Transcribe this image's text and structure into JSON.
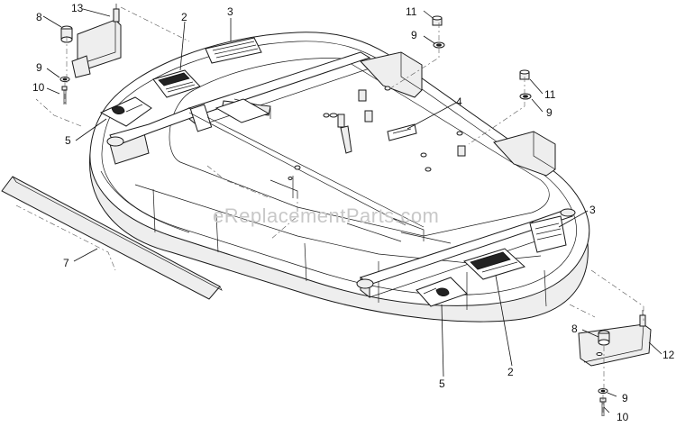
{
  "diagram": {
    "watermark": "eReplacementParts.com",
    "callouts": [
      {
        "id": "c13-top",
        "text": "13"
      },
      {
        "id": "c8-top",
        "text": "8"
      },
      {
        "id": "c2-top",
        "text": "2"
      },
      {
        "id": "c3-top",
        "text": "3"
      },
      {
        "id": "c11-top",
        "text": "11"
      },
      {
        "id": "c9-top-mid",
        "text": "9"
      },
      {
        "id": "c9-left",
        "text": "9"
      },
      {
        "id": "c10-left",
        "text": "10"
      },
      {
        "id": "c4",
        "text": "4"
      },
      {
        "id": "c11-right",
        "text": "11"
      },
      {
        "id": "c9-right",
        "text": "9"
      },
      {
        "id": "c5-left",
        "text": "5"
      },
      {
        "id": "c3-right",
        "text": "3"
      },
      {
        "id": "c7",
        "text": "7"
      },
      {
        "id": "c8-bottom",
        "text": "8"
      },
      {
        "id": "c12",
        "text": "12"
      },
      {
        "id": "c5-bottom",
        "text": "5"
      },
      {
        "id": "c2-bottom",
        "text": "2"
      },
      {
        "id": "c9-bottom",
        "text": "9"
      },
      {
        "id": "c10-bottom",
        "text": "10"
      }
    ]
  }
}
